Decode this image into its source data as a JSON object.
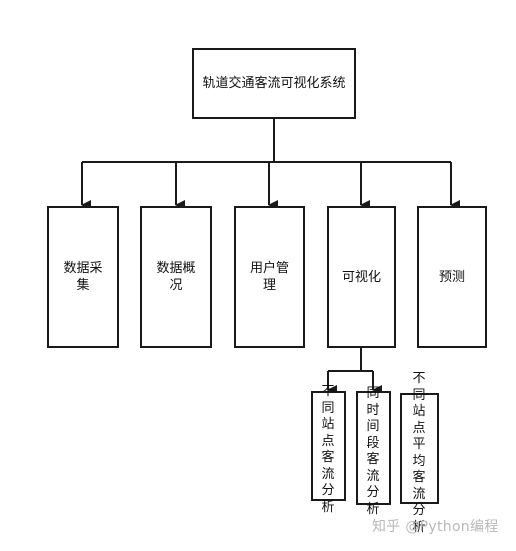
{
  "root": {
    "label": "轨道交通客流可视化系统"
  },
  "modules": [
    {
      "id": "collect",
      "label": "数据采\n集"
    },
    {
      "id": "overview",
      "label": "数据概\n况"
    },
    {
      "id": "user",
      "label": "用户管\n理"
    },
    {
      "id": "visual",
      "label": "可视化"
    },
    {
      "id": "predict",
      "label": "预测"
    }
  ],
  "sub_modules": [
    {
      "id": "station",
      "label": "不同站点客流分析"
    },
    {
      "id": "time",
      "label": "同时间段客流分析"
    },
    {
      "id": "average",
      "label": "不同站点平均客流分析"
    }
  ],
  "watermark": "知乎 @Python编程",
  "colors": {
    "line": "#1a1a1a",
    "watermark": "#b9b9b9"
  }
}
